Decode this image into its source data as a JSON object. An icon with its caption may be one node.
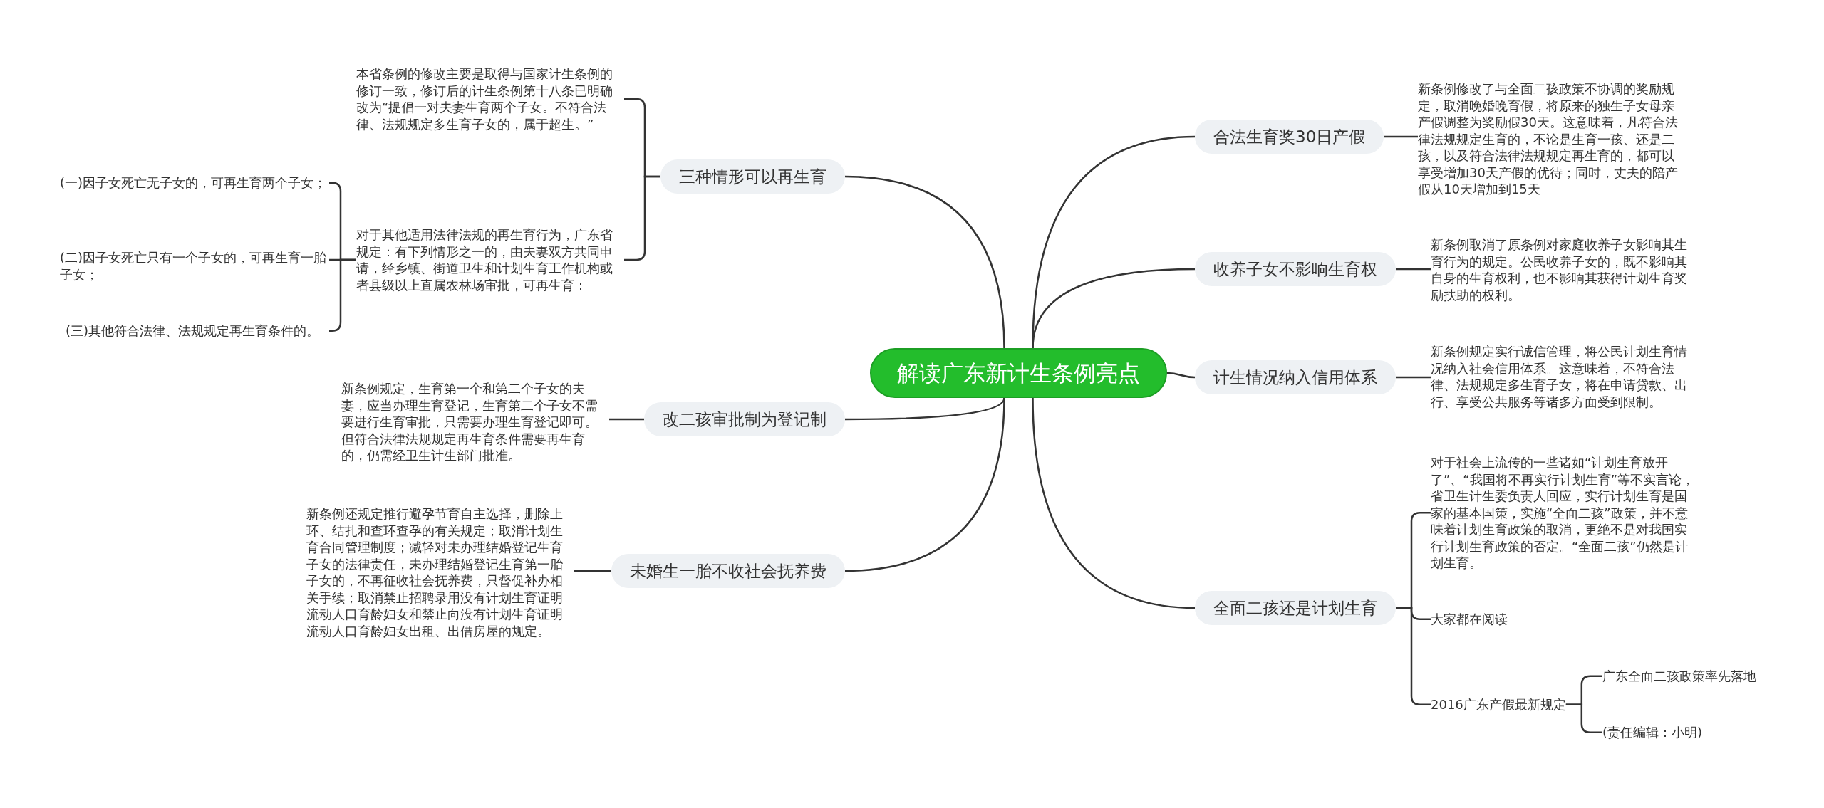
{
  "diagram": {
    "nodes": [
      {
        "text": [
          "解读广东新计生条例亮点"
        ]
      },
      {
        "text": [
          "三种情形可以再生育"
        ]
      },
      {
        "text": [
          "本省条例的修改主要是取得与国家计生条例的修订一致，修订后的计生条例第十八条已明确改为“提倡一对夫妻生育两个子女。不符合法律、法规规定多生育子女的，属于超生。”"
        ]
      },
      {
        "text": [
          "对于其他适用法律法规的再生育行为，广东省规定：有下列情形之一的，由夫妻双方共同申请，经乡镇、街道卫生和计划生育工作机构或者县级以上直属农林场审批，可再生育："
        ]
      },
      {
        "text": [
          "(一)因子女死亡无子女的，可再生育两个子女；"
        ]
      },
      {
        "text": [
          "(二)因子女死亡只有一个子女的，可再生育一胎子女；"
        ]
      },
      {
        "text": [
          "(三)其他符合法律、法规规定再生育条件的。"
        ]
      },
      {
        "text": [
          "改二孩审批制为登记制"
        ]
      },
      {
        "text": [
          "新条例规定，生育第一个和第二个子女的夫妻，应当办理生育登记，生育第二个子女不需要进行生育审批，只需要办理生育登记即可。但符合法律法规规定再生育条件需要再生育的，仍需经卫生计生部门批准。"
        ]
      },
      {
        "text": [
          "未婚生一胎不收社会抚养费"
        ]
      },
      {
        "text": [
          "新条例还规定推行避孕节育自主选择，删除上环、结扎和查环查孕的有关规定；取消计划生育合同管理制度；减轻对未办理结婚登记生育子女的法律责任，未办理结婚登记生育第一胎子女的，不再征收社会抚养费，只督促补办相关手续；取消禁止招聘录用没有计划生育证明流动人口育龄妇女和禁止向没有计划生育证明流动人口育龄妇女出租、出借房屋的规定。"
        ]
      },
      {
        "text": [
          "合法生育奖30日产假"
        ]
      },
      {
        "text": [
          "新条例修改了与全面二孩政策不协调的奖励规定，取消晚婚晚育假，将原来的独生子女母亲产假调整为奖励假30天。这意味着，凡符合法律法规规定生育的，不论是生育一孩、还是二孩，以及符合法律法规规定再生育的，都可以享受增加30天产假的优待；同时，丈夫的陪产假从10天增加到15天"
        ]
      },
      {
        "text": [
          "收养子女不影响生育权"
        ]
      },
      {
        "text": [
          "新条例取消了原条例对家庭收养子女影响其生育行为的规定。公民收养子女的，既不影响其自身的生育权利，也不影响其获得计划生育奖励扶助的权利。"
        ]
      },
      {
        "text": [
          "计生情况纳入信用体系"
        ]
      },
      {
        "text": [
          "新条例规定实行诚信管理，将公民计划生育情况纳入社会信用体系。这意味着，不符合法律、法规规定多生育子女，将在申请贷款、出行、享受公共服务等诸多方面受到限制。"
        ]
      },
      {
        "text": [
          "全面二孩还是计划生育"
        ]
      },
      {
        "text": [
          "对于社会上流传的一些诸如“计划生育放开了”、“我国将不再实行计划生育”等不实言论，省卫生计生委负责人回应，实行计划生育是国家的基本国策，实施“全面二孩”政策，并不意味着计划生育政策的取消，更绝不是对我国实行计划生育政策的否定。“全面二孩”仍然是计划生育。"
        ]
      },
      {
        "text": [
          "大家都在阅读"
        ]
      },
      {
        "text": [
          "2016广东产假最新规定"
        ]
      },
      {
        "text": [
          "广东全面二孩政策率先落地"
        ]
      },
      {
        "text": [
          "(责任编辑：小明)"
        ]
      }
    ],
    "edges": [
      {
        "from": 0,
        "to": 1,
        "arrow": "none"
      },
      {
        "from": 1,
        "to": 2,
        "arrow": "none"
      },
      {
        "from": 1,
        "to": 3,
        "arrow": "none"
      },
      {
        "from": 3,
        "to": 4,
        "arrow": "none"
      },
      {
        "from": 3,
        "to": 5,
        "arrow": "none"
      },
      {
        "from": 3,
        "to": 6,
        "arrow": "none"
      },
      {
        "from": 0,
        "to": 7,
        "arrow": "none"
      },
      {
        "from": 7,
        "to": 8,
        "arrow": "none"
      },
      {
        "from": 0,
        "to": 9,
        "arrow": "none"
      },
      {
        "from": 9,
        "to": 10,
        "arrow": "none"
      },
      {
        "from": 0,
        "to": 11,
        "arrow": "none"
      },
      {
        "from": 11,
        "to": 12,
        "arrow": "none"
      },
      {
        "from": 0,
        "to": 13,
        "arrow": "none"
      },
      {
        "from": 13,
        "to": 14,
        "arrow": "none"
      },
      {
        "from": 0,
        "to": 15,
        "arrow": "none"
      },
      {
        "from": 15,
        "to": 16,
        "arrow": "none"
      },
      {
        "from": 0,
        "to": 17,
        "arrow": "none"
      },
      {
        "from": 17,
        "to": 18,
        "arrow": "none"
      },
      {
        "from": 17,
        "to": 19,
        "arrow": "none"
      },
      {
        "from": 17,
        "to": 20,
        "arrow": "none"
      },
      {
        "from": 20,
        "to": 21,
        "arrow": "none"
      },
      {
        "from": 20,
        "to": 22,
        "arrow": "none"
      }
    ]
  }
}
